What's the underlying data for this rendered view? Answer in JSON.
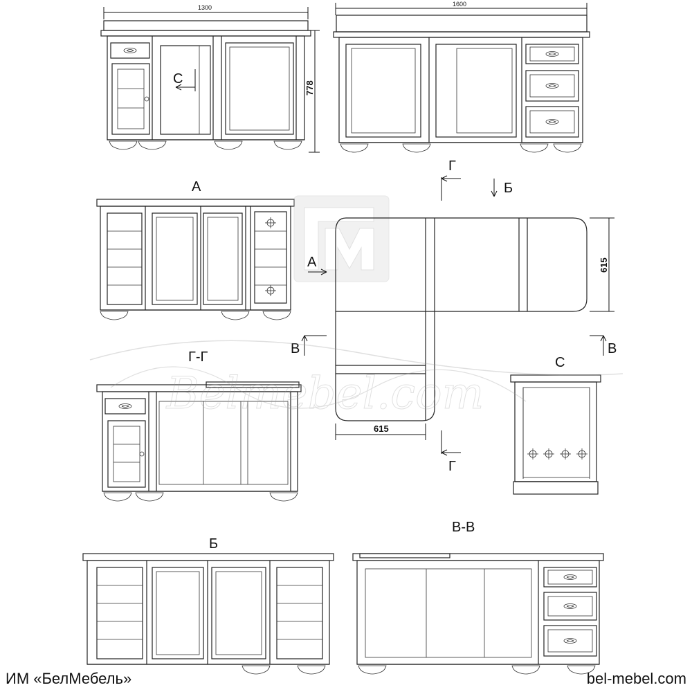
{
  "dimensions": {
    "width_left": "1300",
    "width_right": "1600",
    "height": "778",
    "depth_right": "615",
    "depth_bottom": "615"
  },
  "views": {
    "a": "А",
    "b": "Б",
    "v": "В",
    "g": "Г",
    "s": "С",
    "gg": "Г-Г",
    "vv": "В-В"
  },
  "watermark": {
    "logo_text": "БМ",
    "script_text": "Belmebel.com"
  },
  "footer": {
    "left": "ИМ «БелМебель»",
    "right": "bel-mebel.com"
  }
}
